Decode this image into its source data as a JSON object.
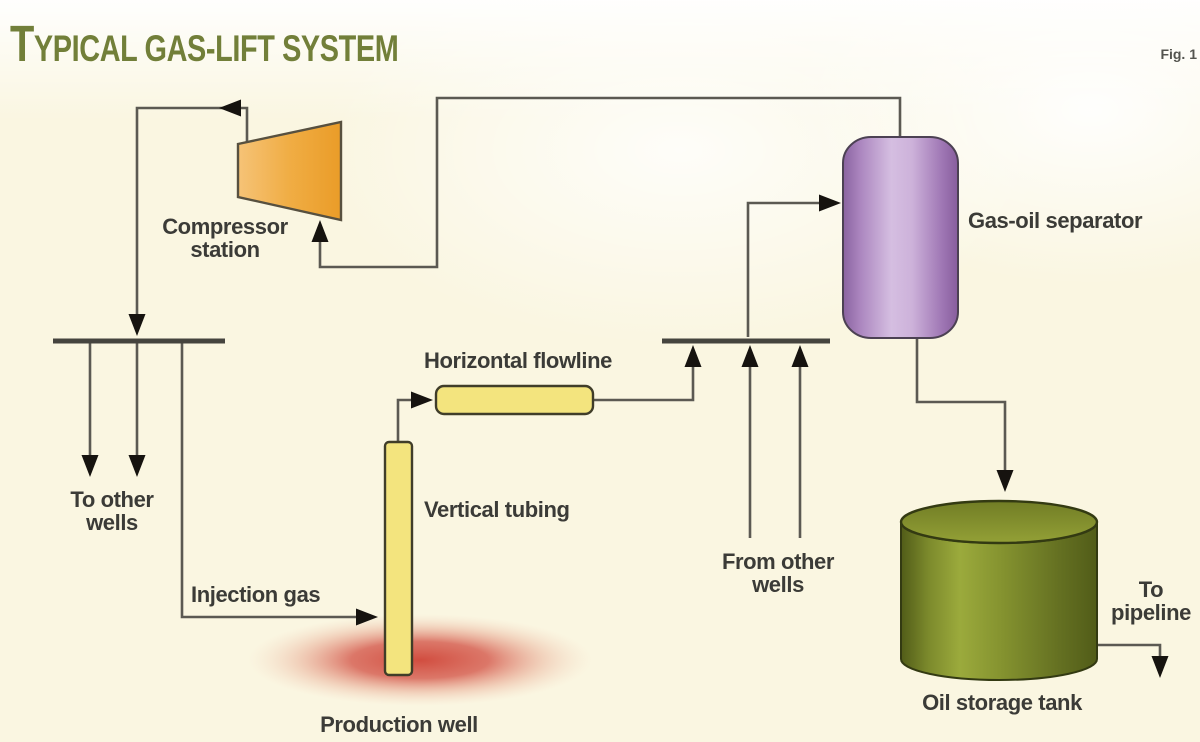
{
  "title": "Typical gas-lift system",
  "fig_label": "Fig. 1",
  "components": {
    "compressor": {
      "label": "Compressor\nstation"
    },
    "separator": {
      "label": "Gas-oil separator"
    },
    "flowline": {
      "label": "Horizontal flowline"
    },
    "tubing": {
      "label": "Vertical tubing"
    },
    "production_well": {
      "label": "Production well"
    },
    "storage_tank": {
      "label": "Oil storage tank"
    }
  },
  "flows": {
    "injection_gas": {
      "label": "Injection gas"
    },
    "to_other_wells": {
      "label": "To other\nwells"
    },
    "from_other_wells": {
      "label": "From other\nwells"
    },
    "to_pipeline": {
      "label": "To\npipeline"
    }
  },
  "colors": {
    "background": "#faf6e1",
    "title_text": "#727f39",
    "label_text": "#3b3b37",
    "fig_text": "#54544f",
    "line": "#5b5952",
    "manifold_bar": "#45443e",
    "arrow": "#16130f",
    "compressor_light": "#f6c377",
    "compressor_mid": "#f0ad44",
    "compressor_dark": "#ea9c28",
    "compressor_stroke": "#57503f",
    "pipe_yellow": "#f3e47e",
    "pipe_stroke": "#403d29",
    "separator_light": "#d5bee1",
    "separator_mid": "#ab86bf",
    "separator_edge": "#8a63a0",
    "separator_stroke": "#4c4153",
    "tank_light": "#9baa3c",
    "tank_mid": "#84922f",
    "tank_dark": "#515c18",
    "tank_top_back": "#717d25",
    "tank_top_front": "#93a036",
    "tank_stroke": "#333a12",
    "glow_core": "#cf4437"
  }
}
